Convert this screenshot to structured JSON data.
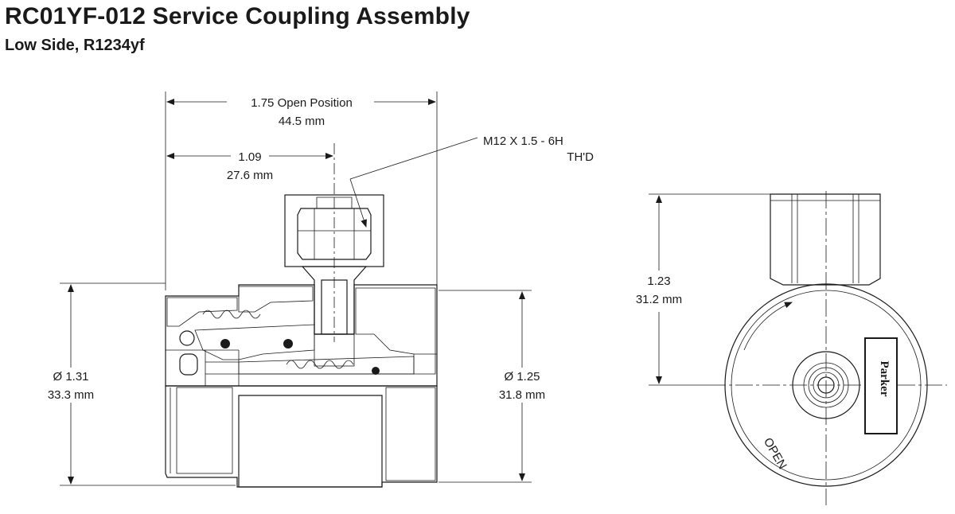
{
  "header": {
    "title": "RC01YF-012 Service Coupling Assembly",
    "subtitle": "Low Side, R1234yf"
  },
  "dimensions": {
    "open_width_in": "1.75 Open Position",
    "open_width_mm": "44.5 mm",
    "offset_in": "1.09",
    "offset_mm": "27.6 mm",
    "thread_line1": "M12 X 1.5 - 6H",
    "thread_line2": "TH'D",
    "dia_left_in": "Ø 1.31",
    "dia_left_mm": "33.3 mm",
    "dia_right_in": "Ø 1.25",
    "dia_right_mm": "31.8 mm",
    "height_in": "1.23",
    "height_mm": "31.2 mm"
  },
  "end_view": {
    "logo_text": "Parker",
    "rotation_label": "OPEN"
  }
}
